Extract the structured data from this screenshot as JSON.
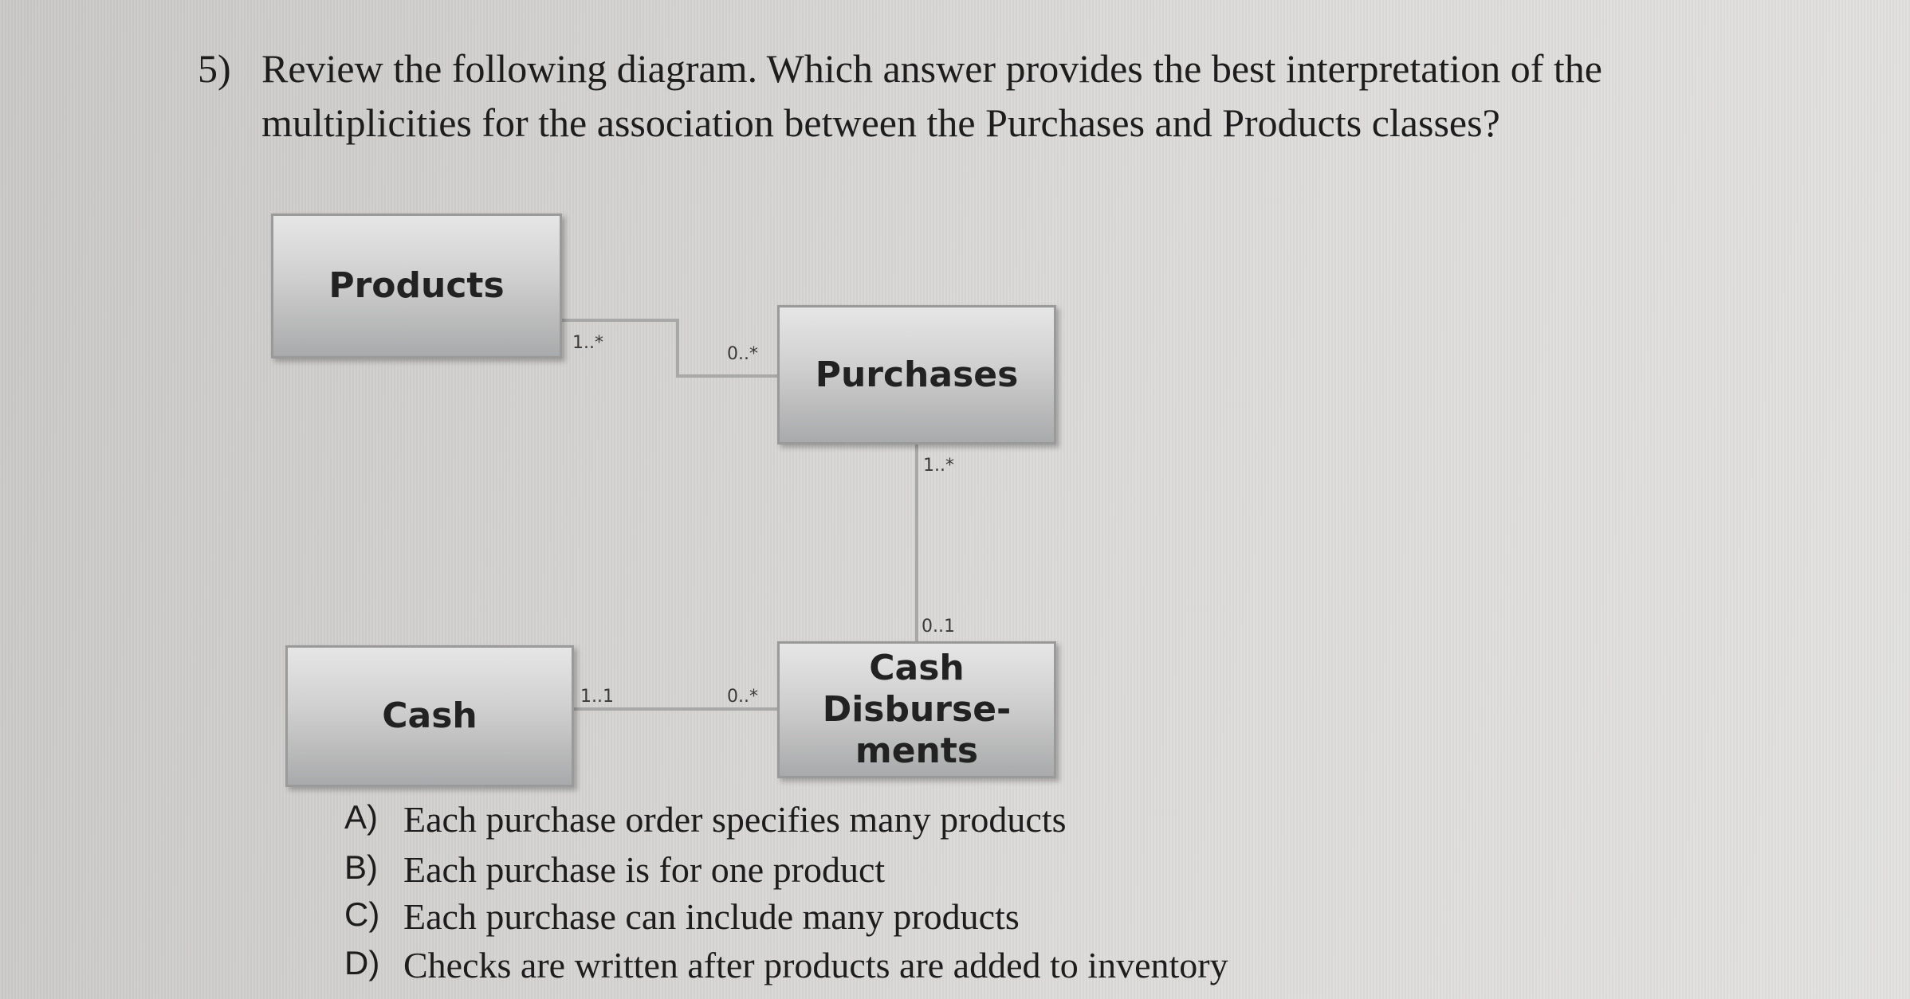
{
  "question": {
    "number": "5)",
    "line1": "Review the following diagram. Which answer provides the best interpretation of the",
    "line2": "multiplicities for the association between the Purchases and Products classes?"
  },
  "diagram": {
    "classes": {
      "products": "Products",
      "purchases": "Purchases",
      "cash": "Cash",
      "cash_disbursements": [
        "Cash",
        "Disburse-",
        "ments"
      ]
    },
    "multiplicities": {
      "products_to_purchases_at_products": "1..*",
      "products_to_purchases_at_purchases": "0..*",
      "purchases_to_cashdisb_at_purchases": "1..*",
      "purchases_to_cashdisb_at_cashdisb": "0..1",
      "cash_to_cashdisb_at_cash": "1..1",
      "cash_to_cashdisb_at_cashdisb": "0..*"
    }
  },
  "answers": [
    {
      "letter": "A)",
      "text": "Each purchase order specifies many products"
    },
    {
      "letter": "B)",
      "text": "Each purchase is for one product"
    },
    {
      "letter": "C)",
      "text": "Each purchase can include many products"
    },
    {
      "letter": "D)",
      "text": "Checks are written after products are added to inventory"
    }
  ]
}
